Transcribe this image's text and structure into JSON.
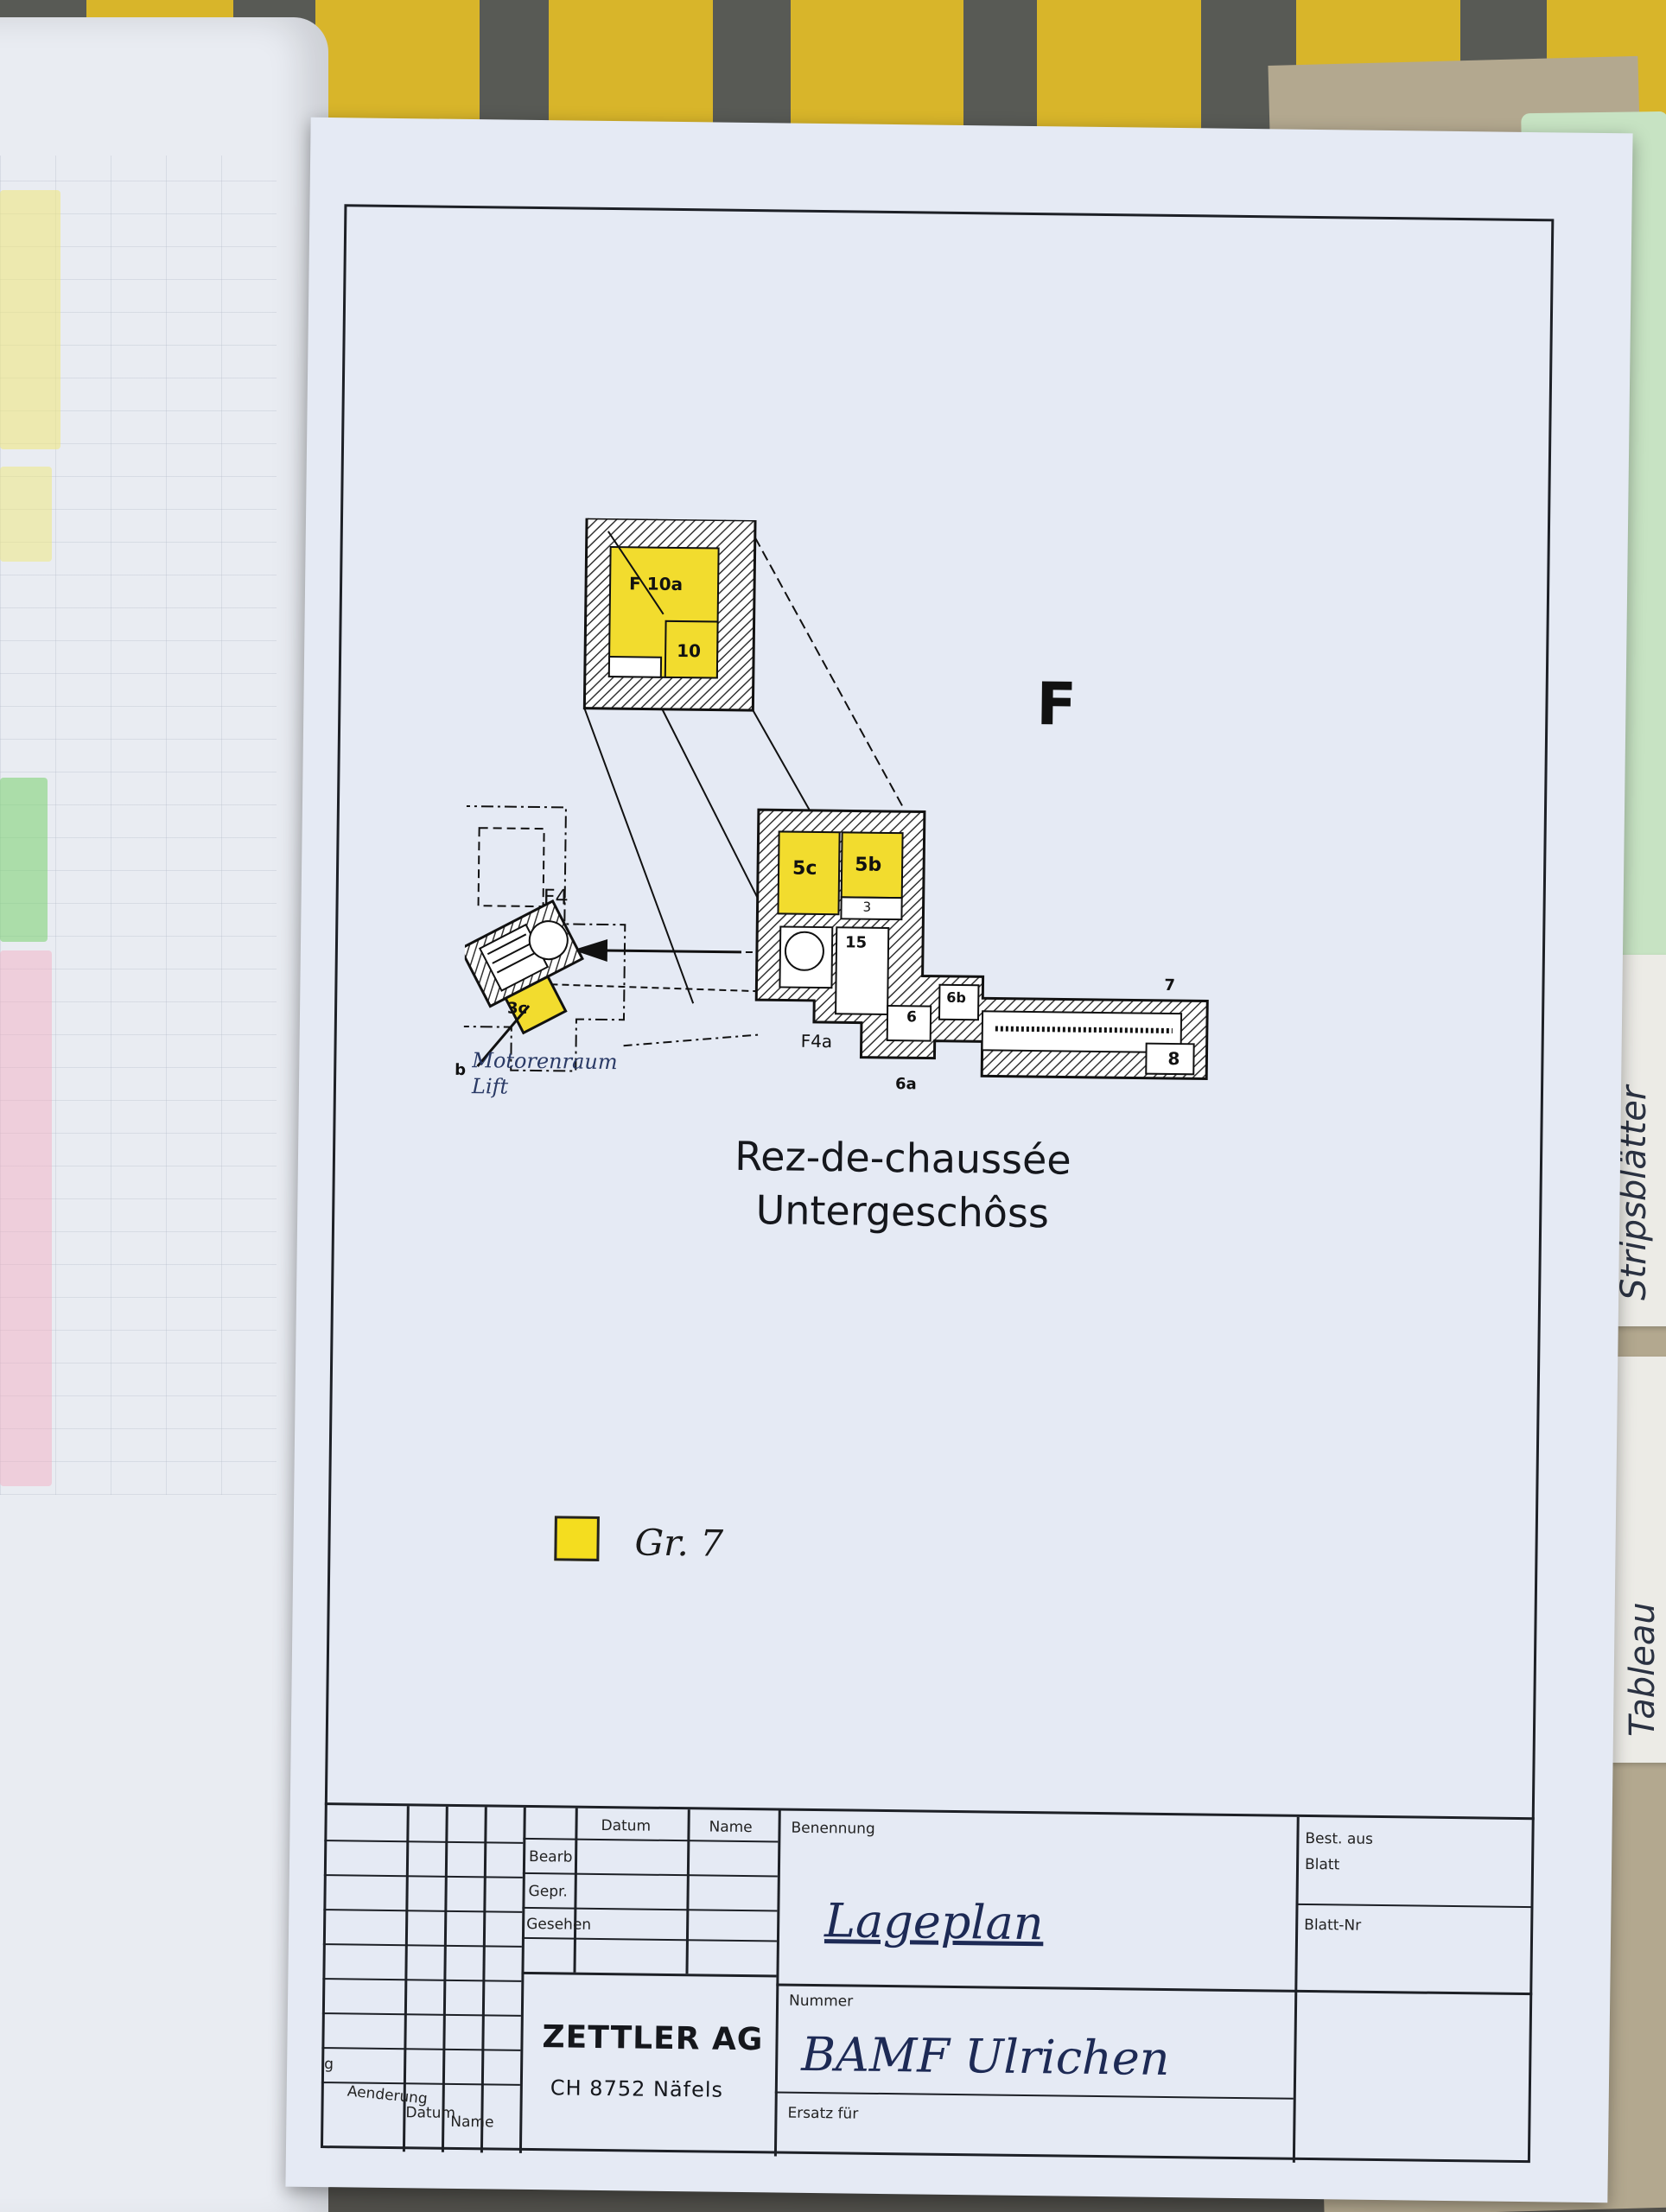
{
  "plan": {
    "floor_tag": "F",
    "rooms": [
      "F 10a",
      "10",
      "5c",
      "5b",
      "3",
      "15",
      "6",
      "6b",
      "7",
      "8",
      "6a",
      "F4a",
      "F4",
      "3c"
    ],
    "handwritten_note_prefix": "b",
    "handwritten_note_1": "Motorenraum",
    "handwritten_note_2": "Lift",
    "caption_line_1": "Rez-de-chaussée",
    "caption_line_2": "Untergeschôss"
  },
  "legend": {
    "label": "Gr. 7",
    "swatch_color": "#f4dd1f"
  },
  "title_block": {
    "col_datum": "Datum",
    "col_name": "Name",
    "row_bearb": "Bearb",
    "row_gepr": "Gepr.",
    "row_gesehen": "Gesehen",
    "company": "ZETTLER AG",
    "address": "CH 8752 Näfels",
    "label_benennung": "Benennung",
    "benennung_value": "Lageplan",
    "label_nummer": "Nummer",
    "nummer_value": "BAMF Ulrichen",
    "label_ersatz": "Ersatz für",
    "label_best": "Best. aus",
    "label_blatt": "Blatt",
    "label_blatt_nr": "Blatt-Nr",
    "rev_aenderung": "Aenderung",
    "rev_datum": "Datum",
    "rev_name": "Name",
    "rev_index": "g"
  },
  "side_tabs": {
    "tab1": "Stripsblätter",
    "tab2": "Tableau"
  },
  "colors": {
    "highlight": "#f2dc2e",
    "paper": "#e5eaf4",
    "ink": "#1d2026"
  }
}
